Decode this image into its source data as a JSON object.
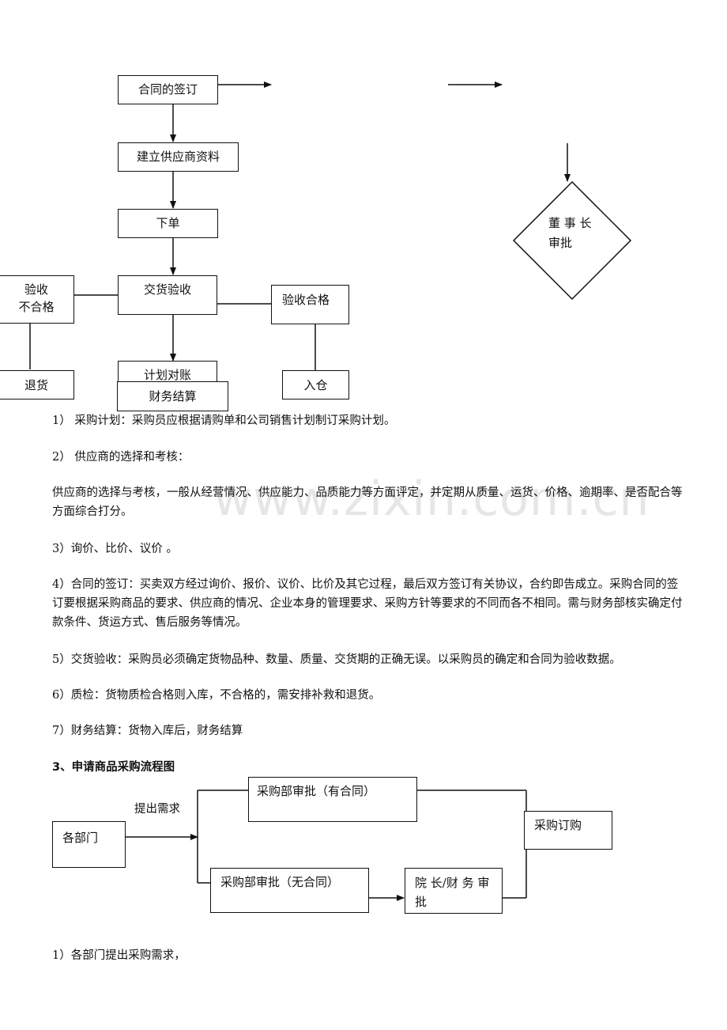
{
  "flow1": {
    "contract": "合同的签订",
    "supplier_info": "建立供应商资料",
    "order": "下单",
    "delivery_check": "交货验收",
    "reject_line1": "验收",
    "reject_line2": "不合格",
    "return_goods": "退货",
    "pass_check": "验收合格",
    "warehouse": "入仓",
    "reconcile": "计划对账",
    "finance_settle": "财务结算",
    "chairman_line1": "董 事 长",
    "chairman_line2": "审批"
  },
  "watermark": "www.zixin.com.cn",
  "paragraphs": [
    "1） 采购计划：采购员应根据请购单和公司销售计划制订采购计划。",
    "2） 供应商的选择和考核：",
    "供应商的选择与考核，一般从经营情况、供应能力、品质能力等方面评定，并定期从质量、运货、价格、逾期率、是否配合等方面综合打分。",
    "3）询价、比价、议价 。",
    "4）合同的签订：买卖双方经过询价、报价、议价、比价及其它过程，最后双方签订有关协议，合约即告成立。采购合同的签订要根据采购商品的要求、供应商的情况、企业本身的管理要求、采购方针等要求的不同而各不相同。需与财务部核实确定付款条件、货运方式、售后服务等情况。",
    "5）交货验收：采购员必须确定货物品种、数量、质量、交货期的正确无误。以采购员的确定和合同为验收数据。",
    "6）质检：货物质检合格则入库，不合格的，需安排补救和退货。",
    "7）财务结算：货物入库后，财务结算"
  ],
  "section3": {
    "heading": "3、申请商品采购流程图",
    "request_label": "提出需求",
    "departments": "各部门",
    "approve_with_contract": "采购部审批（有合同）",
    "approve_without_contract": "采购部审批（无合同）",
    "dean_line1": "院 长/财 务 审",
    "dean_line2": "批",
    "purchase_order": "采购订购"
  },
  "footer_text": "1）各部门提出采购需求，"
}
